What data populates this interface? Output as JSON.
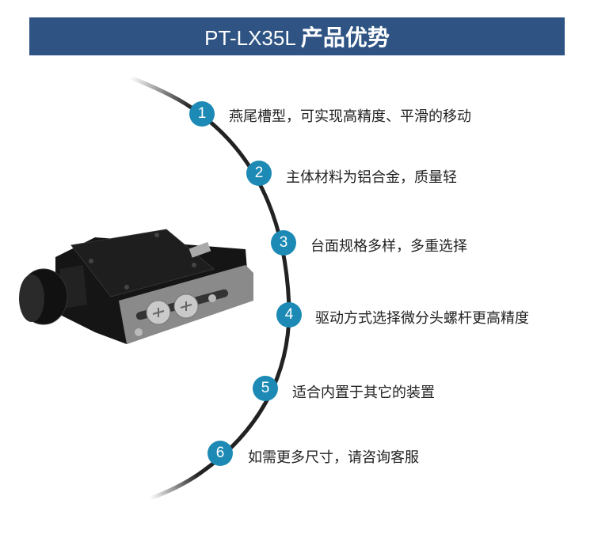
{
  "header": {
    "model": "PT-LX35L",
    "title_cn": "产品优势",
    "bg_color": "#2f5484"
  },
  "product_image": {
    "description": "Dovetail linear stage with micrometer knob and two thumbscrews"
  },
  "features": [
    {
      "number": "1",
      "text": "燕尾槽型，可实现高精度、平滑的移动"
    },
    {
      "number": "2",
      "text": "主体材料为铝合金，质量轻"
    },
    {
      "number": "3",
      "text": "台面规格多样，多重选择"
    },
    {
      "number": "4",
      "text": "驱动方式选择微分头螺杆更高精度"
    },
    {
      "number": "5",
      "text": "适合内置于其它的装置"
    },
    {
      "number": "6",
      "text": "如需更多尺寸，请咨询客服"
    }
  ],
  "colors": {
    "badge": "#1c8ab5",
    "arc": "#222222",
    "text": "#222222"
  }
}
